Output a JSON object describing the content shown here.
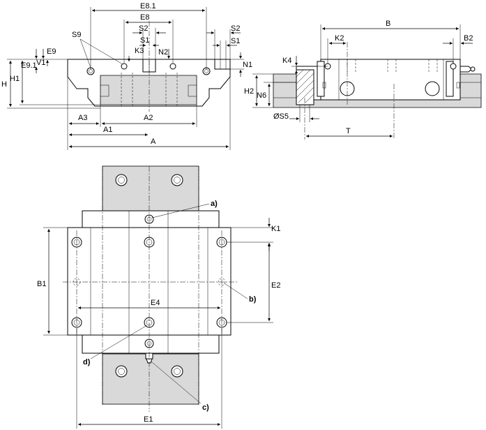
{
  "front_view": {
    "labels": {
      "E8_1": "E8.1",
      "E8": "E8",
      "S2": "S2",
      "S1": "S1",
      "S9": "S9",
      "E9": "E9",
      "V1": "V1",
      "E9_1": "E9.1",
      "K3": "K3",
      "N2": "N2",
      "S2_right": "S2",
      "S1_right": "S1",
      "N1": "N1",
      "H": "H",
      "H1": "H1",
      "A3": "A3",
      "A2": "A2",
      "A1": "A1",
      "A": "A"
    }
  },
  "side_view": {
    "labels": {
      "B": "B",
      "K2": "K2",
      "B2": "B2",
      "K4": "K4",
      "H2": "H2",
      "N6": "N6",
      "S5": "ØS5",
      "T": "T"
    }
  },
  "top_view": {
    "labels": {
      "K1": "K1",
      "B1": "B1",
      "E2": "E2",
      "E4": "E4",
      "E1": "E1"
    },
    "callouts": {
      "a": "a)",
      "b": "b)",
      "c": "c)",
      "d": "d)"
    }
  }
}
